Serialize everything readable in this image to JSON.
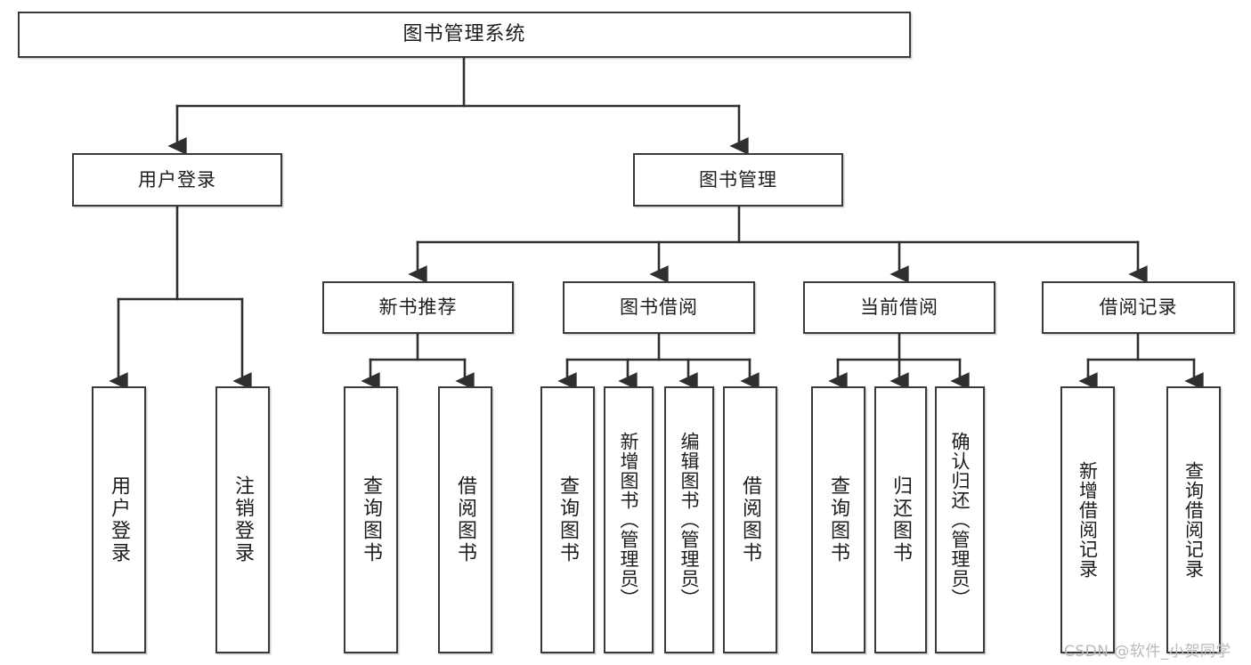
{
  "diagram": {
    "title": "图书管理系统",
    "type": "tree-hierarchy",
    "watermark": "CSDN @软件_小贺同学",
    "colors": {
      "box_border": "#3a3a3a",
      "box_fill": "#ffffff",
      "edge": "#2f2f2f",
      "text": "#1d1d1d",
      "watermark": "#b9b9b9",
      "background": "#ffffff"
    },
    "nodes": {
      "root": {
        "label": "图书管理系统"
      },
      "level2": [
        {
          "id": "user-login",
          "label": "用户登录"
        },
        {
          "id": "book-manage",
          "label": "图书管理"
        }
      ],
      "level3": [
        {
          "id": "new-book-recommend",
          "label": "新书推荐"
        },
        {
          "id": "book-borrow",
          "label": "图书借阅"
        },
        {
          "id": "current-borrow",
          "label": "当前借阅"
        },
        {
          "id": "borrow-record",
          "label": "借阅记录"
        }
      ],
      "leaves": [
        {
          "id": "leaf-user-login",
          "label": "用户登录",
          "parent": "user-login"
        },
        {
          "id": "leaf-user-logout",
          "label": "注销登录",
          "parent": "user-login"
        },
        {
          "id": "leaf-query-book-1",
          "label": "查询图书",
          "parent": "new-book-recommend"
        },
        {
          "id": "leaf-borrow-book-1",
          "label": "借阅图书",
          "parent": "new-book-recommend"
        },
        {
          "id": "leaf-query-book-2",
          "label": "查询图书",
          "parent": "book-borrow"
        },
        {
          "id": "leaf-add-book",
          "label": "新增图书（管理员）",
          "parent": "book-borrow"
        },
        {
          "id": "leaf-edit-book",
          "label": "编辑图书（管理员）",
          "parent": "book-borrow"
        },
        {
          "id": "leaf-borrow-book-2",
          "label": "借阅图书",
          "parent": "book-borrow"
        },
        {
          "id": "leaf-query-book-3",
          "label": "查询图书",
          "parent": "current-borrow"
        },
        {
          "id": "leaf-return-book",
          "label": "归还图书",
          "parent": "current-borrow"
        },
        {
          "id": "leaf-confirm-return",
          "label": "确认归还（管理员）",
          "parent": "current-borrow"
        },
        {
          "id": "leaf-add-record",
          "label": "新增借阅记录",
          "parent": "borrow-record"
        },
        {
          "id": "leaf-query-record",
          "label": "查询借阅记录",
          "parent": "borrow-record"
        }
      ]
    }
  }
}
